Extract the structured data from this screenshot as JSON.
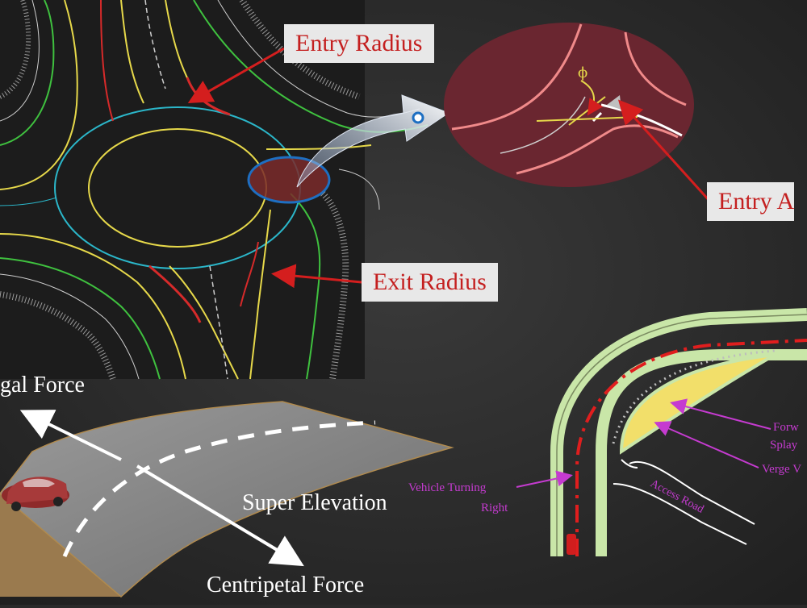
{
  "roundabout": {
    "entry_radius": "Entry Radius",
    "exit_radius": "Exit Radius",
    "entry_angle_partial": "Entry A",
    "phi_symbol": "ϕ"
  },
  "super_elevation": {
    "centrifugal_partial": "gal Force",
    "centripetal": "Centripetal Force",
    "super_elevation": "Super Elevation"
  },
  "junction": {
    "vehicle_turning_line1": "Vehicle Turning",
    "vehicle_turning_line2": "Right",
    "forward_partial_line1": "Forw",
    "forward_partial_line2": "Splay",
    "verge_partial": "Verge V",
    "access_road": "Access Road"
  },
  "colors": {
    "background": "#2a2a2a",
    "callout_text": "#c41f1f",
    "callout_bg": "#e8e8e8",
    "magenta": "#c53bd0",
    "splay_yellow": "#f2df6a",
    "verge_green": "#c9e6a8"
  }
}
